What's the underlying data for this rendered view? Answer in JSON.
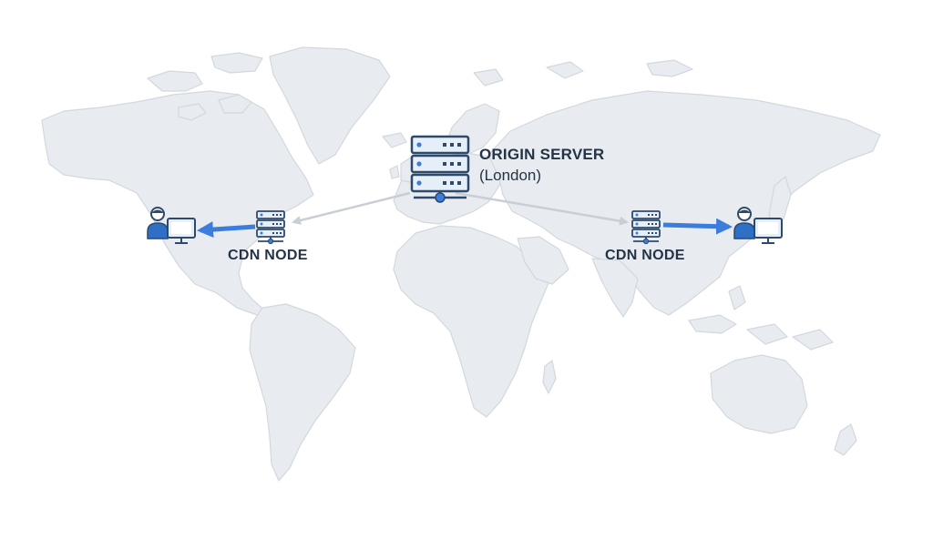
{
  "diagram": {
    "origin": {
      "title": "ORIGIN SERVER",
      "subtitle": "(London)"
    },
    "nodes": [
      {
        "label": "CDN NODE"
      },
      {
        "label": "CDN NODE"
      }
    ],
    "icons": [
      "server-rack-icon",
      "user-icon",
      "monitor-icon"
    ],
    "colors": {
      "land": "#e8ebef",
      "land_stroke": "#d3d8de",
      "server_fill": "#e6eef8",
      "server_stroke": "#2d4a6b",
      "arrow_origin": "#c9ced5",
      "arrow_user": "#3b7ddd",
      "user": "#2f6fc6"
    }
  }
}
